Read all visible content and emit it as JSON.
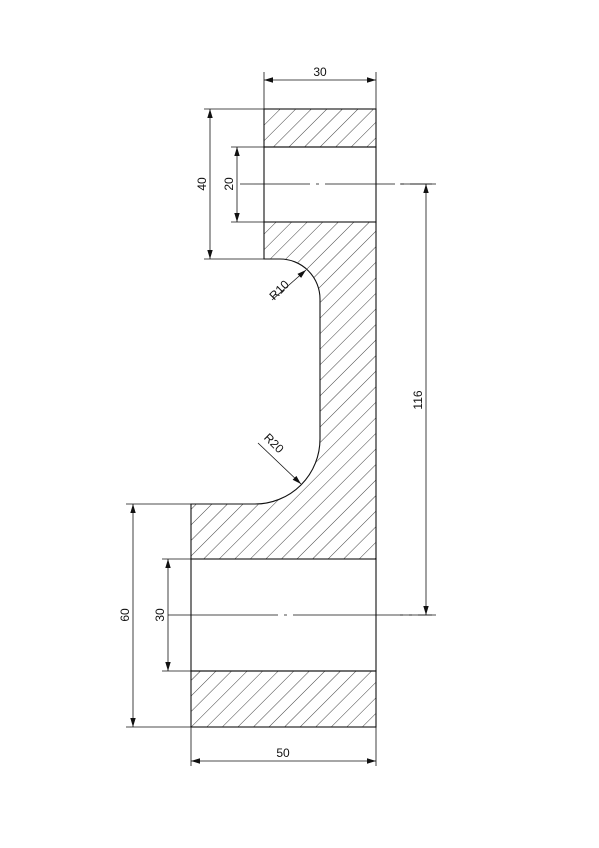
{
  "drawing": {
    "line_color": "#111111",
    "background": "#ffffff",
    "dimensions": {
      "top_width": "30",
      "top_height": "40",
      "top_bore": "20",
      "radius_small": "R10",
      "radius_large": "R20",
      "center_distance": "116",
      "bottom_height": "60",
      "bottom_bore": "30",
      "bottom_width": "50"
    }
  }
}
